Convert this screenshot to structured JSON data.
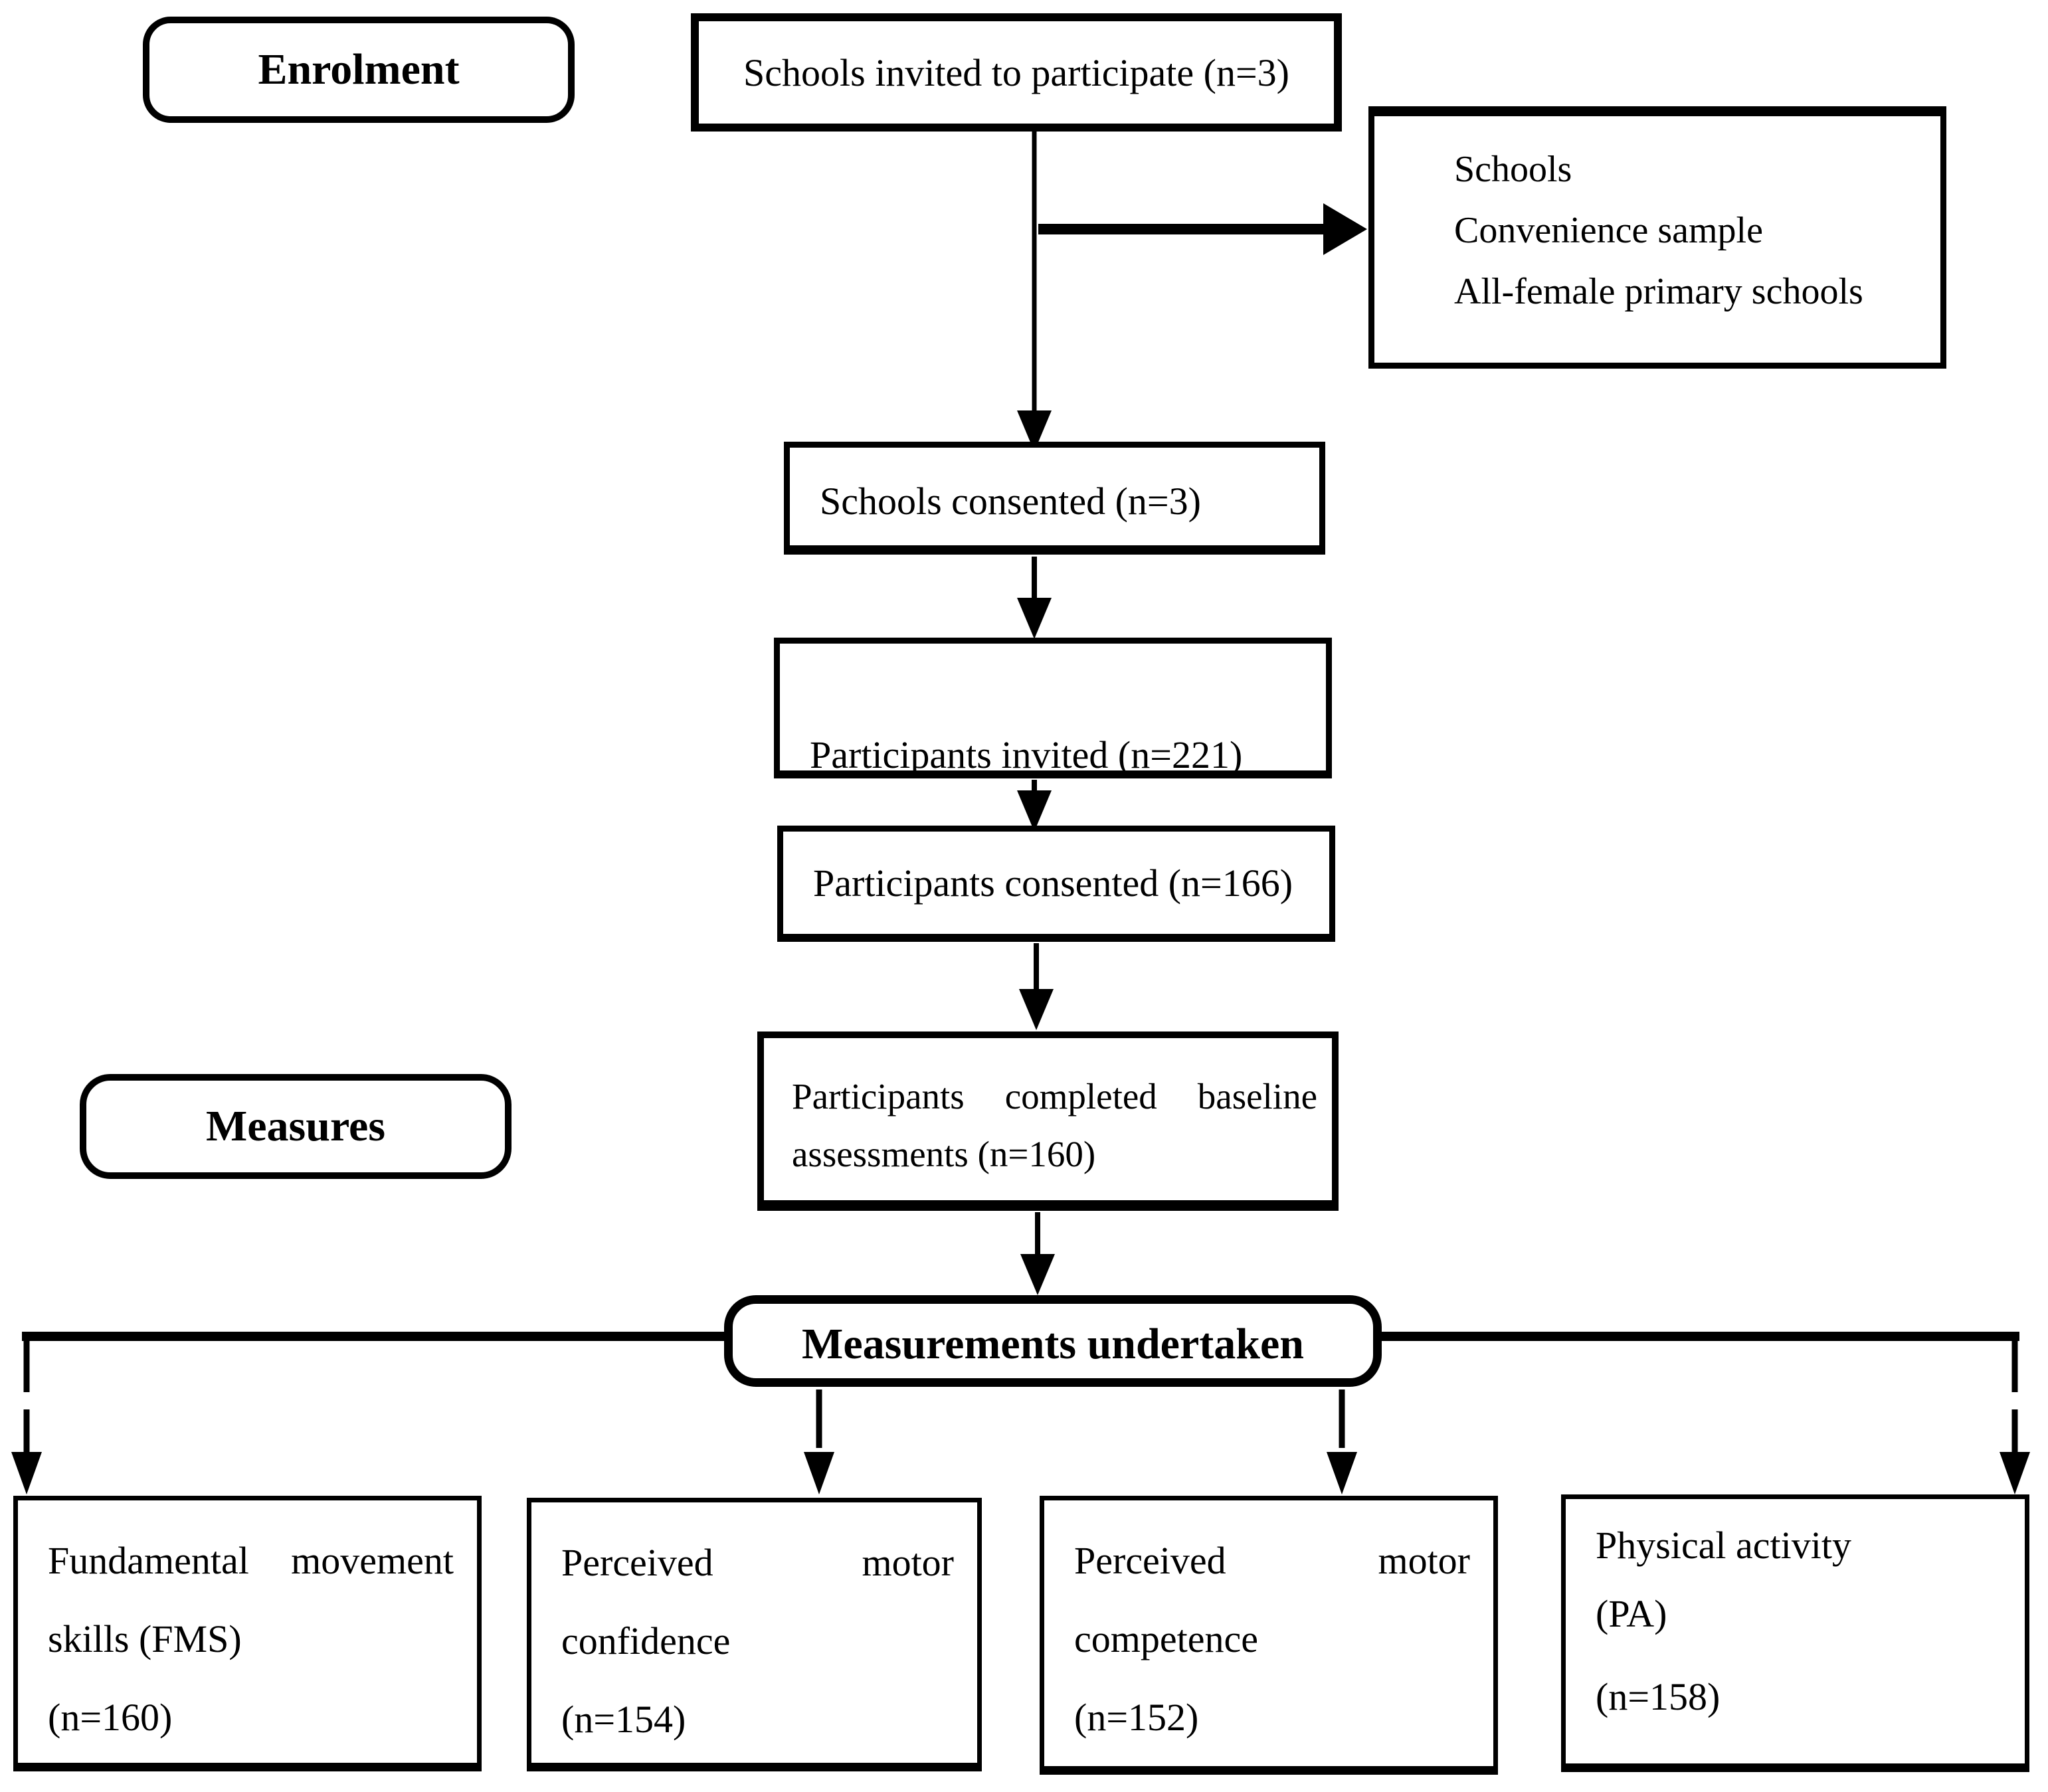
{
  "diagram": {
    "stage_labels": {
      "enrolment": "Enrolment",
      "measures": "Measures"
    },
    "nodes": {
      "schools_invited": "Schools invited to participate (n=3)",
      "sample_note": {
        "line1": "Schools",
        "line2": "Convenience sample",
        "line3": "All-female primary schools"
      },
      "schools_consented": "Schools consented (n=3)",
      "participants_invited": "Participants invited (n=221)",
      "participants_consented": "Participants consented (n=166)",
      "baseline": {
        "line1": "Participants completed baseline",
        "line2": "assessments (n=160)"
      },
      "measurements_undertaken": "Measurements undertaken",
      "outcomes": [
        {
          "line1": "Fundamental movement",
          "line2": "skills (FMS)",
          "line3": "(n=160)"
        },
        {
          "line1": "Perceived motor",
          "line2": "confidence",
          "line3": "(n=154)"
        },
        {
          "line1": "Perceived motor",
          "line2": "competence",
          "line3": "(n=152)"
        },
        {
          "line1": "Physical activity",
          "line2": "(PA)",
          "line3": "(n=158)"
        }
      ]
    },
    "colors": {
      "ink": "#000000",
      "background": "#ffffff"
    }
  }
}
